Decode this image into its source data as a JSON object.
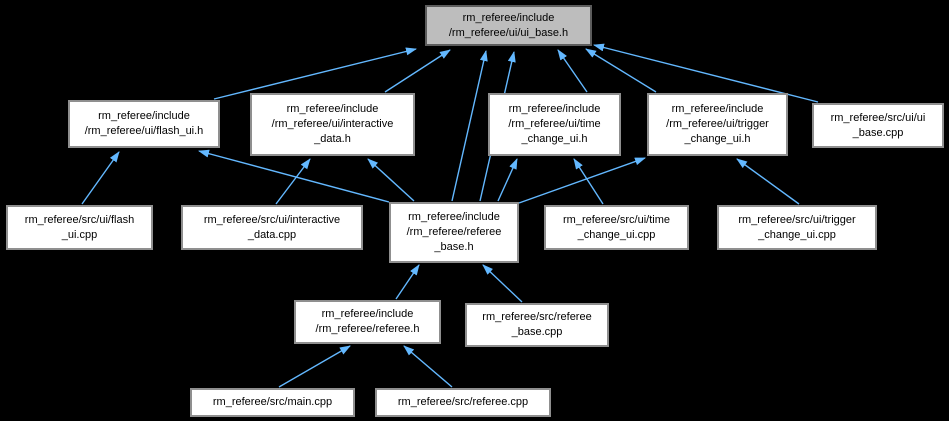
{
  "graph": {
    "kind": "included-by dependency graph",
    "colors": {
      "background": "#000000",
      "edge": "#63b8ff",
      "node_fill": "#ffffff",
      "node_border": "#8f8f8f",
      "highlight_fill": "#bdbdbd",
      "highlight_border": "#5c5c5c",
      "text": "#000000"
    },
    "nodes": [
      {
        "id": "ui-base-h",
        "highlighted": true,
        "lines": [
          "rm_referee/include",
          "/rm_referee/ui/ui_base.h"
        ]
      },
      {
        "id": "flash-ui-h",
        "highlighted": false,
        "lines": [
          "rm_referee/include",
          "/rm_referee/ui/flash_ui.h"
        ]
      },
      {
        "id": "interactive-data-h",
        "highlighted": false,
        "lines": [
          "rm_referee/include",
          "/rm_referee/ui/interactive",
          "_data.h"
        ]
      },
      {
        "id": "time-change-ui-h",
        "highlighted": false,
        "lines": [
          "rm_referee/include",
          "/rm_referee/ui/time",
          "_change_ui.h"
        ]
      },
      {
        "id": "trigger-change-ui-h",
        "highlighted": false,
        "lines": [
          "rm_referee/include",
          "/rm_referee/ui/trigger",
          "_change_ui.h"
        ]
      },
      {
        "id": "ui-base-cpp",
        "highlighted": false,
        "lines": [
          "rm_referee/src/ui/ui",
          "_base.cpp"
        ]
      },
      {
        "id": "flash-ui-cpp",
        "highlighted": false,
        "lines": [
          "rm_referee/src/ui/flash",
          "_ui.cpp"
        ]
      },
      {
        "id": "interactive-data-cpp",
        "highlighted": false,
        "lines": [
          "rm_referee/src/ui/interactive",
          "_data.cpp"
        ]
      },
      {
        "id": "referee-base-h",
        "highlighted": false,
        "lines": [
          "rm_referee/include",
          "/rm_referee/referee",
          "_base.h"
        ]
      },
      {
        "id": "time-change-ui-cpp",
        "highlighted": false,
        "lines": [
          "rm_referee/src/ui/time",
          "_change_ui.cpp"
        ]
      },
      {
        "id": "trigger-change-ui-cpp",
        "highlighted": false,
        "lines": [
          "rm_referee/src/ui/trigger",
          "_change_ui.cpp"
        ]
      },
      {
        "id": "referee-h",
        "highlighted": false,
        "lines": [
          "rm_referee/include",
          "/rm_referee/referee.h"
        ]
      },
      {
        "id": "referee-base-cpp",
        "highlighted": false,
        "lines": [
          "rm_referee/src/referee",
          "_base.cpp"
        ]
      },
      {
        "id": "main-cpp",
        "highlighted": false,
        "lines": [
          "rm_referee/src/main.cpp"
        ]
      },
      {
        "id": "referee-cpp",
        "highlighted": false,
        "lines": [
          "rm_referee/src/referee.cpp"
        ]
      }
    ],
    "edges": [
      {
        "from": "flash-ui-h",
        "to": "ui-base-h"
      },
      {
        "from": "interactive-data-h",
        "to": "ui-base-h"
      },
      {
        "from": "referee-base-h",
        "to": "ui-base-h"
      },
      {
        "from": "referee-base-h",
        "to": "ui-base-h"
      },
      {
        "from": "time-change-ui-h",
        "to": "ui-base-h"
      },
      {
        "from": "trigger-change-ui-h",
        "to": "ui-base-h"
      },
      {
        "from": "ui-base-cpp",
        "to": "ui-base-h"
      },
      {
        "from": "flash-ui-cpp",
        "to": "flash-ui-h"
      },
      {
        "from": "referee-base-h",
        "to": "flash-ui-h"
      },
      {
        "from": "interactive-data-cpp",
        "to": "interactive-data-h"
      },
      {
        "from": "referee-base-h",
        "to": "interactive-data-h"
      },
      {
        "from": "referee-base-h",
        "to": "time-change-ui-h"
      },
      {
        "from": "time-change-ui-cpp",
        "to": "time-change-ui-h"
      },
      {
        "from": "referee-base-h",
        "to": "trigger-change-ui-h"
      },
      {
        "from": "trigger-change-ui-cpp",
        "to": "trigger-change-ui-h"
      },
      {
        "from": "referee-h",
        "to": "referee-base-h"
      },
      {
        "from": "referee-base-cpp",
        "to": "referee-base-h"
      },
      {
        "from": "main-cpp",
        "to": "referee-h"
      },
      {
        "from": "referee-cpp",
        "to": "referee-h"
      }
    ]
  }
}
